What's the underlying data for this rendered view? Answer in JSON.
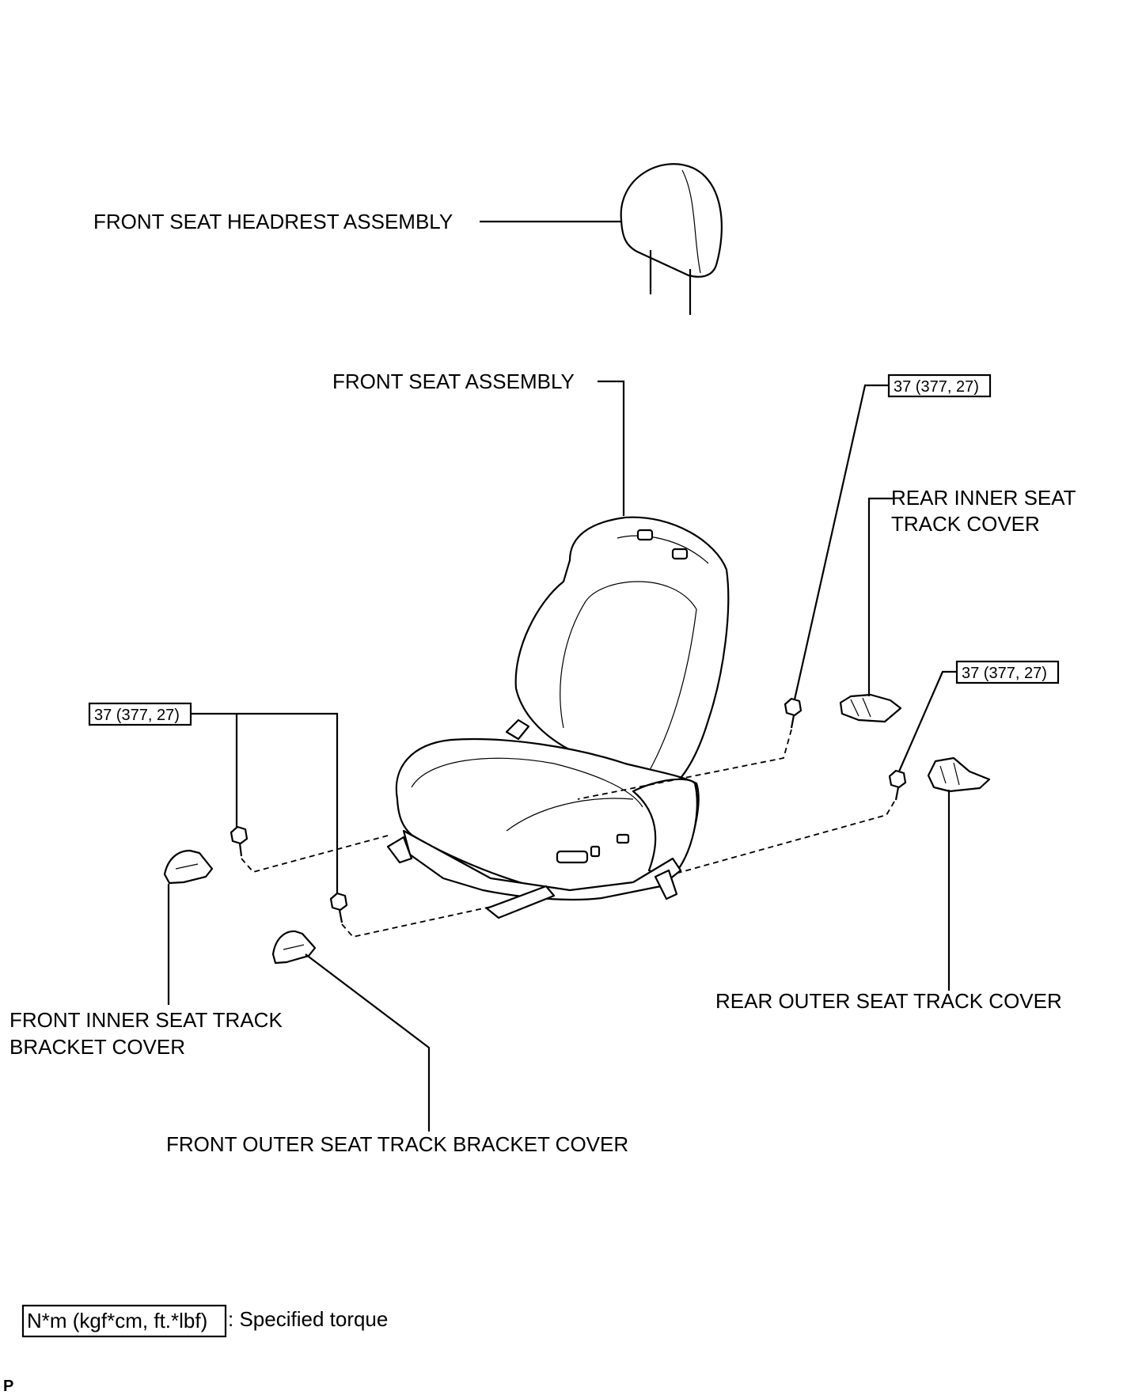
{
  "labels": {
    "headrest": "FRONT SEAT HEADREST ASSEMBLY",
    "seat": "FRONT SEAT ASSEMBLY",
    "rear_inner_line1": "REAR INNER SEAT",
    "rear_inner_line2": "TRACK COVER",
    "rear_outer": "REAR OUTER SEAT TRACK COVER",
    "front_inner_line1": "FRONT INNER  SEAT TRACK",
    "front_inner_line2": "BRACKET COVER",
    "front_outer": "FRONT OUTER  SEAT TRACK BRACKET COVER"
  },
  "torque": {
    "value": "37 (377, 27)"
  },
  "legend": {
    "unit_box": "N*m (kgf*cm, ft.*lbf)",
    "description": ": Specified torque"
  },
  "corner_mark": "P"
}
